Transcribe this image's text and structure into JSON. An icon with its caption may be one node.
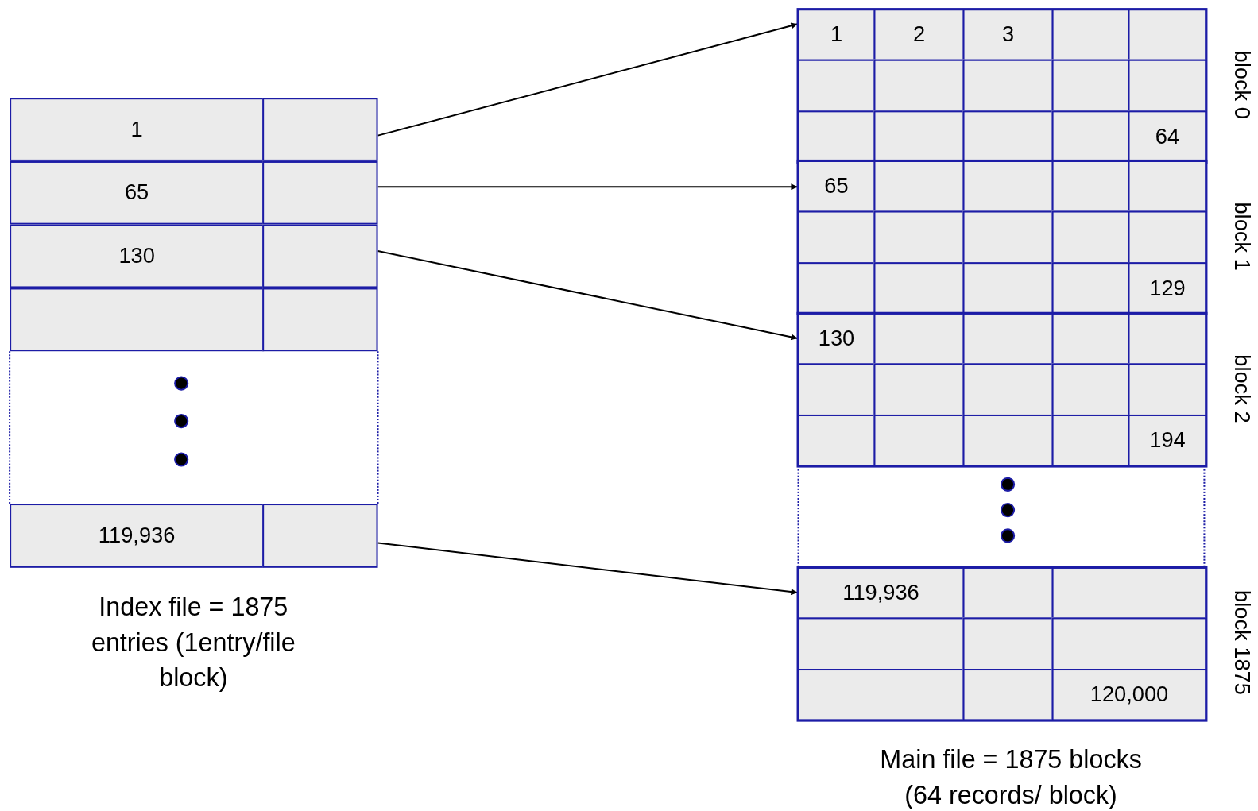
{
  "diagram": {
    "nodes": [
      {
        "text": [
          "1"
        ]
      },
      {
        "text": [],
        "shape": "box"
      },
      {
        "text": [
          "65"
        ]
      },
      {
        "text": [],
        "shape": "box"
      },
      {
        "text": [
          "130"
        ]
      },
      {
        "text": [],
        "shape": "box"
      },
      {
        "text": [
          "119,936"
        ]
      },
      {
        "text": [],
        "shape": "box"
      },
      {
        "text": [
          "1"
        ]
      },
      {
        "text": [
          "65"
        ]
      },
      {
        "text": [
          "130"
        ]
      },
      {
        "text": [
          "119,936"
        ]
      }
    ],
    "edges": [
      {
        "from": 1,
        "to": 8,
        "arrow": "to"
      },
      {
        "from": 3,
        "to": 9,
        "arrow": "to"
      },
      {
        "from": 5,
        "to": 10,
        "arrow": "to"
      },
      {
        "from": 7,
        "to": 11,
        "arrow": "to"
      }
    ],
    "labels": [
      "2",
      "3",
      "64",
      "block 0",
      "129",
      "block 1",
      "194",
      "block 2",
      "120,000",
      "block 1875",
      "Index file = 1875 entries (1entry/file block)",
      "Main file = 1875 blocks (64 records/ block)"
    ]
  }
}
